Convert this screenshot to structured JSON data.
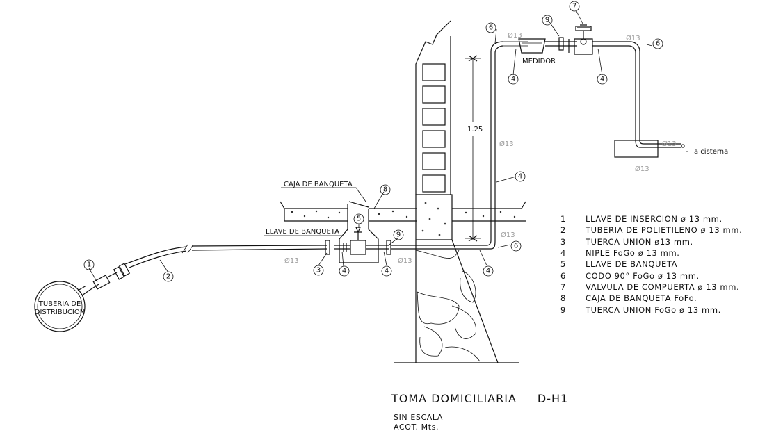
{
  "title": {
    "main": "TOMA DOMICILIARIA",
    "code": "D-H1",
    "scale": "SIN ESCALA",
    "units": "ACOT. Mts."
  },
  "labels": {
    "caja_banqueta": "CAJA DE BANQUETA",
    "llave_banqueta": "LLAVE DE BANQUETA",
    "medidor": "MEDIDOR",
    "a_cisterna": "a cisterna",
    "tuberia_line1": "TUBERIA DE",
    "tuberia_line2": "DISTRIBUCION",
    "dimension": "1.25",
    "diameter": "Ø13"
  },
  "legend": [
    {
      "num": "1",
      "text": "LLAVE DE INSERCION ø 13 mm."
    },
    {
      "num": "2",
      "text": "TUBERIA DE POLIETILENO ø 13 mm."
    },
    {
      "num": "3",
      "text": "TUERCA UNION ø13 mm."
    },
    {
      "num": "4",
      "text": "NIPLE FoGo ø 13 mm."
    },
    {
      "num": "5",
      "text": "LLAVE DE BANQUETA"
    },
    {
      "num": "6",
      "text": "CODO 90° FoGo ø 13 mm."
    },
    {
      "num": "7",
      "text": "VALVULA DE COMPUERTA ø 13 mm."
    },
    {
      "num": "8",
      "text": "CAJA DE BANQUETA FoFo."
    },
    {
      "num": "9",
      "text": "TUERCA UNION FoGo ø 13 mm."
    }
  ],
  "callouts": [
    "1",
    "2",
    "3",
    "4",
    "4",
    "4",
    "4",
    "4",
    "4",
    "5",
    "6",
    "6",
    "6",
    "7",
    "8",
    "9",
    "9"
  ]
}
